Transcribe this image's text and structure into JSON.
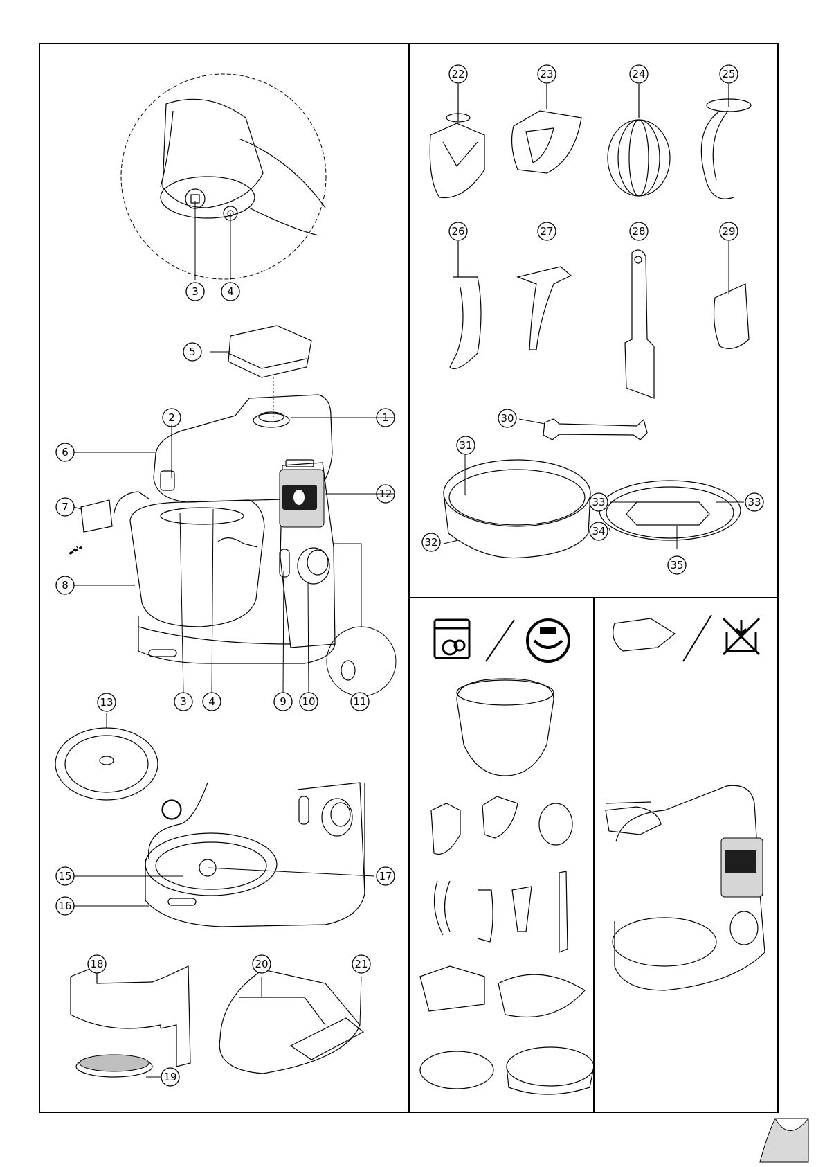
{
  "callouts": [
    "1",
    "2",
    "3",
    "4",
    "5",
    "6",
    "7",
    "8",
    "9",
    "10",
    "11",
    "12",
    "13",
    "15",
    "16",
    "17",
    "18",
    "19",
    "20",
    "21",
    "22",
    "23",
    "24",
    "25",
    "26",
    "27",
    "28",
    "29",
    "30",
    "31",
    "32",
    "33",
    "34",
    "35"
  ],
  "icons": {
    "dishwasher": "dishwasher-icon",
    "hand_wash": "hand-wash-icon",
    "do_not_immerse": "no-immersion-icon",
    "wipe_clean": "wipe-clean-icon"
  }
}
